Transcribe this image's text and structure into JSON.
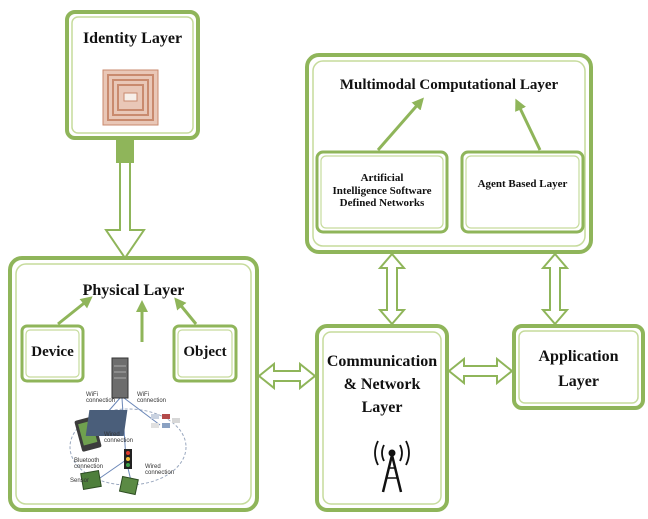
{
  "layers": {
    "identity": "Identity Layer",
    "multimodal": "Multimodal Computational Layer",
    "ai_sdn": [
      "Artificial",
      "Intelligence Software",
      "Defined Networks"
    ],
    "agent": "Agent Based Layer",
    "physical": "Physical Layer",
    "device": "Device",
    "object": "Object",
    "communication": [
      "Communication",
      "& Network",
      "Layer"
    ],
    "application": [
      "Application",
      "Layer"
    ]
  },
  "illustration_labels": {
    "wifi_left": "WiFi connection",
    "wifi_right": "WiFi connection",
    "wired_mid": "Wired connection",
    "wired_bottom": "Wired connection",
    "bluetooth": "Bluetooth connection",
    "sensor": "Sensor"
  },
  "colors": {
    "border_green": "#8fb55a",
    "inner_green": "#c6db9c",
    "rfid_copper": "#c98a6e"
  },
  "icons": [
    "rfid-tag-icon",
    "cell-tower-icon",
    "server-icon",
    "phone-icon",
    "traffic-light-icon",
    "parking-lot-icon",
    "sensor-board-icon"
  ]
}
